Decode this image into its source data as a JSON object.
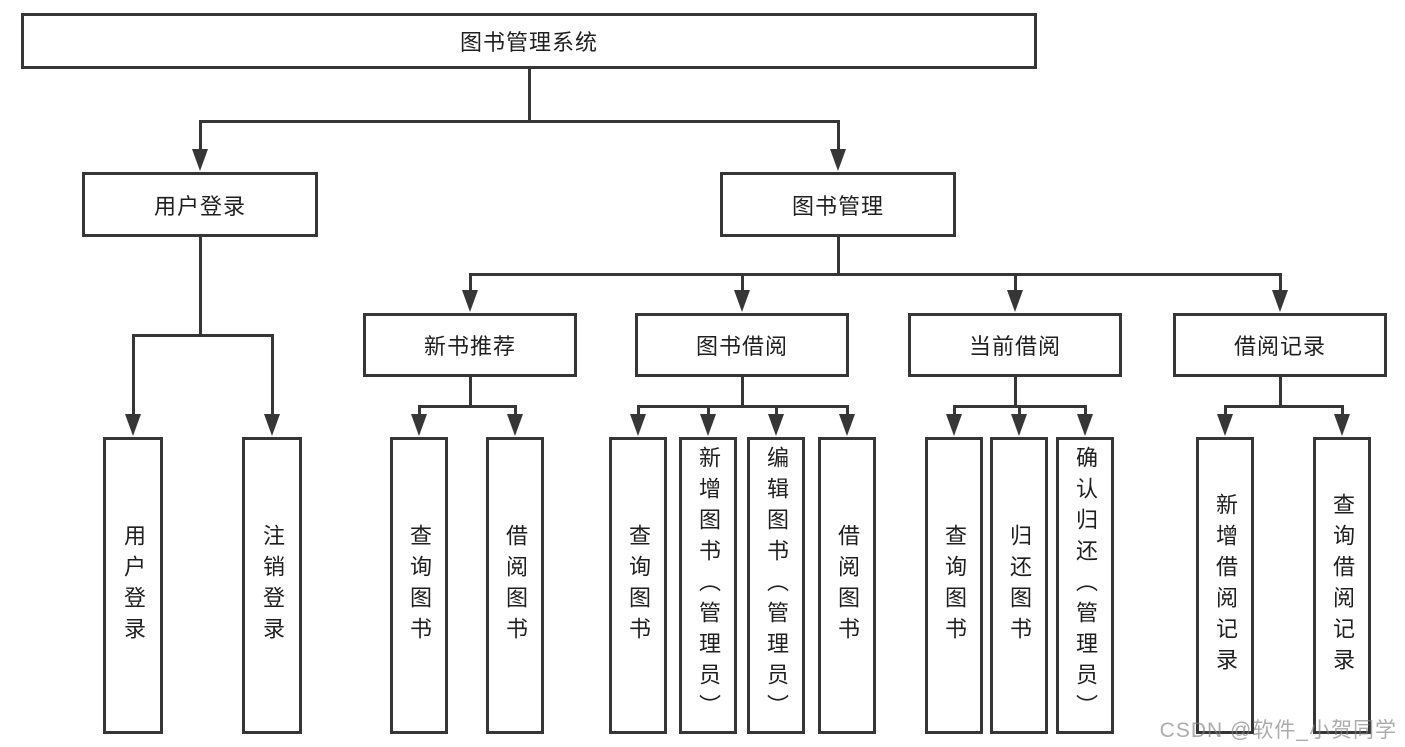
{
  "tree": {
    "label": "图书管理系统",
    "children": [
      {
        "label": "用户登录",
        "children": [
          {
            "label": "用户登录"
          },
          {
            "label": "注销登录"
          }
        ]
      },
      {
        "label": "图书管理",
        "children": [
          {
            "label": "新书推荐",
            "children": [
              {
                "label": "查询图书"
              },
              {
                "label": "借阅图书"
              }
            ]
          },
          {
            "label": "图书借阅",
            "children": [
              {
                "label": "查询图书"
              },
              {
                "label": "新增图书（管理员）"
              },
              {
                "label": "编辑图书（管理员）"
              },
              {
                "label": "借阅图书"
              }
            ]
          },
          {
            "label": "当前借阅",
            "children": [
              {
                "label": "查询图书"
              },
              {
                "label": "归还图书"
              },
              {
                "label": "确认归还（管理员）"
              }
            ]
          },
          {
            "label": "借阅记录",
            "children": [
              {
                "label": "新增借阅记录"
              },
              {
                "label": "查询借阅记录"
              }
            ]
          }
        ]
      }
    ]
  },
  "watermark": {
    "text": "CSDN @软件_小贺同学"
  },
  "colors": {
    "line": "#363636",
    "text": "#1f1f1f",
    "background": "#ffffff",
    "watermark": "#808080"
  }
}
